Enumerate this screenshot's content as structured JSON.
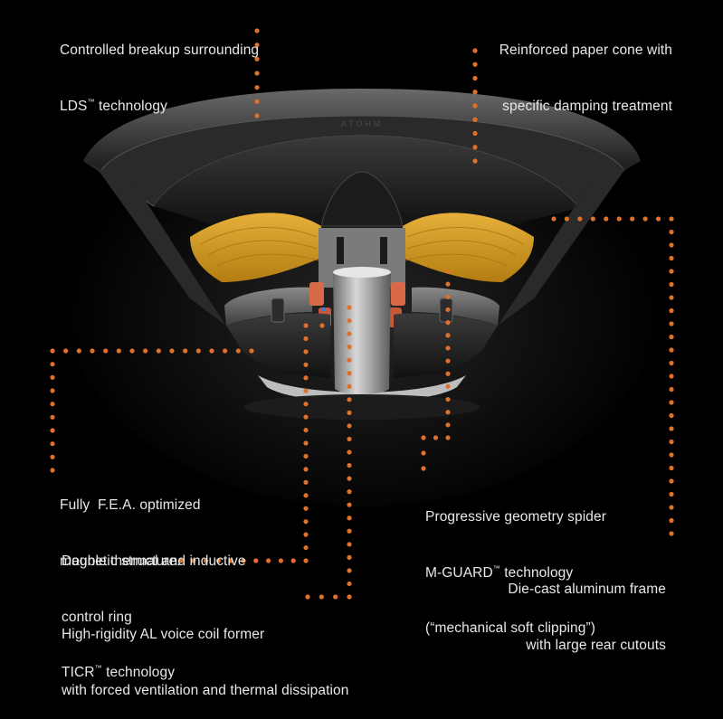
{
  "brand_mark": "ATOHM",
  "callouts": {
    "surround": {
      "line1": "Controlled breakup surrounding",
      "line2_pre": "LDS",
      "line2_sup": "™",
      "line2_post": " technology"
    },
    "cone": {
      "line1": "Reinforced paper cone with",
      "line2": "specific damping treatment"
    },
    "frame": {
      "line1": "Die-cast aluminum frame",
      "line2": "with large rear cutouts"
    },
    "magnet": {
      "line1": "Fully  F.E.A. optimized",
      "line2": "magnetic structure."
    },
    "spider": {
      "line1": "Progressive geometry spider",
      "line2_pre": "M-GUARD",
      "line2_sup": "™",
      "line2_post": " technology",
      "line3": "(“mechanical soft clipping”)"
    },
    "ring": {
      "line1": "Double thermal and inductive",
      "line2": "control ring",
      "line3_pre": "TICR",
      "line3_sup": "™",
      "line3_post": " technology"
    },
    "coil": {
      "line1": "High-rigidity AL voice coil former",
      "line2": "with forced ventilation and thermal dissipation"
    }
  },
  "colors": {
    "dot": "#e0702a",
    "cone": "#d9a21c",
    "copper": "#d86a48",
    "blue_dot": "#2f7fe0",
    "background": "#000000"
  }
}
